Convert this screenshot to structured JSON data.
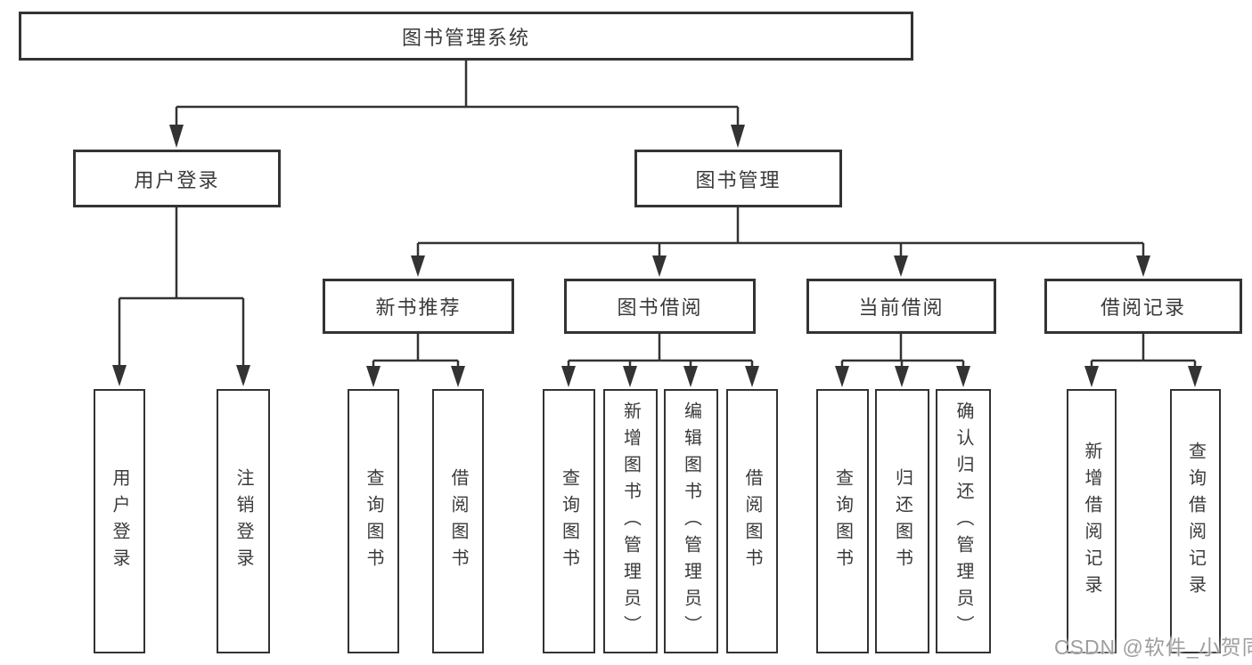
{
  "diagram_title": "图书管理系统",
  "colors": {
    "line": "#333333",
    "text": "#3a3a3a",
    "watermark": "#9e9e9e",
    "background": "#ffffff"
  },
  "tree": {
    "label": "图书管理系统",
    "children": [
      {
        "label": "用户登录",
        "children": [
          {
            "label": "用户登录"
          },
          {
            "label": "注销登录"
          }
        ]
      },
      {
        "label": "图书管理",
        "children": [
          {
            "label": "新书推荐",
            "children": [
              {
                "label": "查询图书"
              },
              {
                "label": "借阅图书"
              }
            ]
          },
          {
            "label": "图书借阅",
            "children": [
              {
                "label": "查询图书"
              },
              {
                "label": "新增图书（管理员）"
              },
              {
                "label": "编辑图书（管理员）"
              },
              {
                "label": "借阅图书"
              }
            ]
          },
          {
            "label": "当前借阅",
            "children": [
              {
                "label": "查询图书"
              },
              {
                "label": "归还图书"
              },
              {
                "label": "确认归还（管理员）"
              }
            ]
          },
          {
            "label": "借阅记录",
            "children": [
              {
                "label": "新增借阅记录"
              },
              {
                "label": "查询借阅记录"
              }
            ]
          }
        ]
      }
    ]
  },
  "watermark": {
    "text": "CSDN @软件_小贺同学"
  }
}
